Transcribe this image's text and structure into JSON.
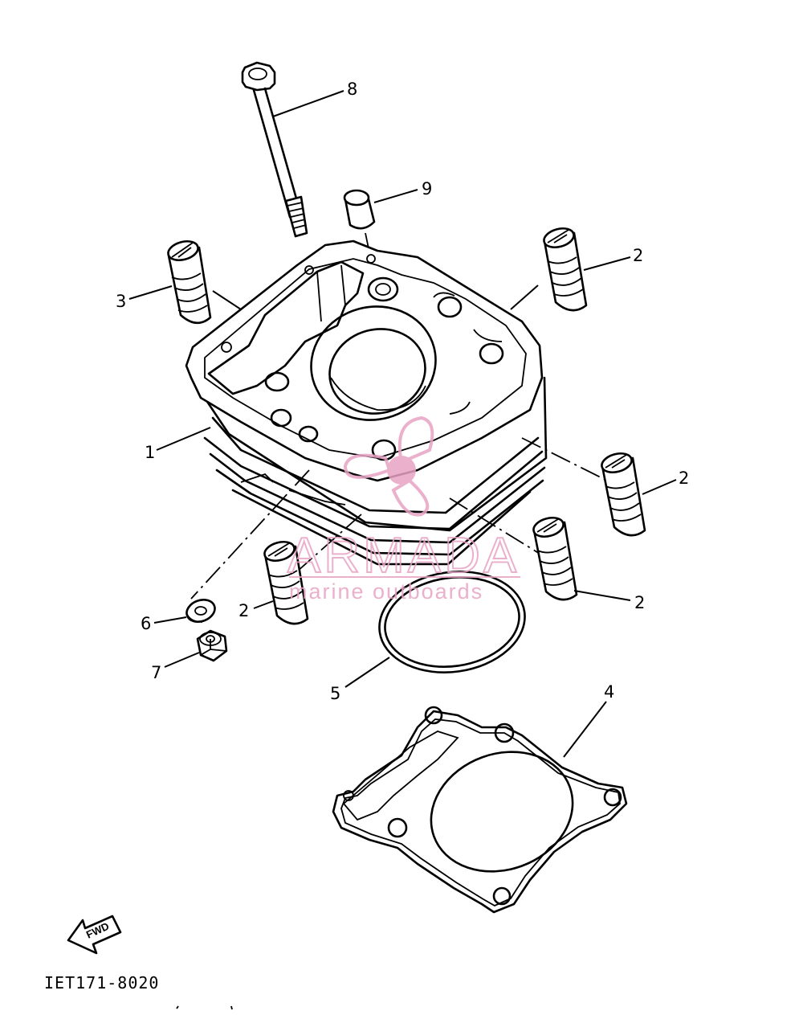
{
  "diagram": {
    "callouts": [
      {
        "id": "c1",
        "label": "1"
      },
      {
        "id": "c2a",
        "label": "2"
      },
      {
        "id": "c2b",
        "label": "2"
      },
      {
        "id": "c2c",
        "label": "2"
      },
      {
        "id": "c2d",
        "label": "2"
      },
      {
        "id": "c3",
        "label": "3"
      },
      {
        "id": "c4",
        "label": "4"
      },
      {
        "id": "c5",
        "label": "5"
      },
      {
        "id": "c6",
        "label": "6"
      },
      {
        "id": "c7",
        "label": "7"
      },
      {
        "id": "c8",
        "label": "8"
      },
      {
        "id": "c9",
        "label": "9"
      }
    ],
    "fwd_label": "FWD",
    "drawing_code": "IET171-8020"
  },
  "watermark": {
    "title": "ARMADA",
    "subtitle": "marine outboards",
    "color": "#e8a3c4"
  }
}
